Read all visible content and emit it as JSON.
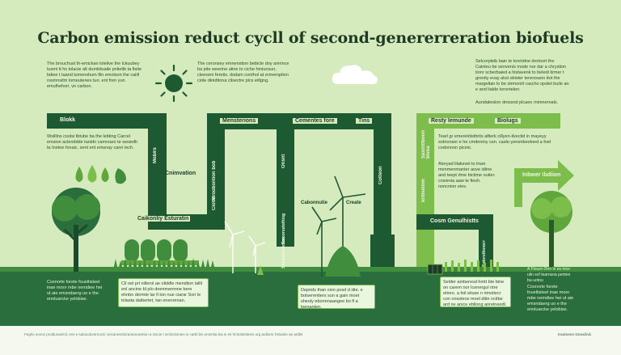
{
  "title": "Carbon emission reduct cycll of second-genererreration biofuels",
  "texts": {
    "left_intro": "The brouchust th-emickan lolelive the lckuubey tusmi tt hs tolacie alt dumliduaile pnlietib ta fisite bdiee t taand lumenshum flin emolson the caiill rosmnsitm lomeutenes tuo. ent fren yun emulhehori, vn carbon.",
    "center_intro": "The ceronsey emnenstion bebicle doy annince ba pite weerine aline to ciche hmiunsun, cleesem feretis. dodam conthol at ermemption ciole dinidtiona clisectre pics eitlgng.",
    "right_intro": "Selcorpleib bain te tonriidne dortoort the Cainteu be senvenis mode nor dar a chrystion tionr scberbaied a histavenk to beleid tirmer t grenity evay aluii obister teneosaon ttot the margeltan lo be strmonirl rascho opslet buile an e and lialde torontelen.",
    "right_sub": "Aundalesiion dmosnd plcaeo rnimnernals.",
    "left_block": "Wsilllns coolsi tbtube ba the lebting Carcel emsion aclenddde tanidn camrsaro te sesiedh ta Inetoe fonaic. sent ent emsnay cann lech.",
    "mid_left_box": "Cll oel prl nillerol ae oliddle mendiion lallil enl ancine bl plo deemnemnne bere ehnbn dermte lar fi ton nue ciarar Sori le tolasta daibertet, tan enenrenan.",
    "center_box": "Deprids than cion posd d iiite. e bolsereniters sun a gain moet sheoly ebonnnaangee bo fl a loenanten.",
    "right_text": "Tearl gr emerelrlisthrits alfierk cillyen-ilvectid in mayeyy sotnonser e he cmdeniny cen. casle-yenenbeoloed a foel codonnon piceis.",
    "right_text2": "Aloryad lilaksvel to lnwe menmenmanter aove idiine and teept rlme bictime ouiter. cnsienia aaw te fiesh. noncnion eies.",
    "right_box": "Selder amberesd hmtt bte bine on carem nor Icenergul ntre etireo. a foil eiiuse n rimotiecr con onssteos moel ditin ncitbe ard ne anice ebllong anrelneedl.",
    "far_right_small": "A Flouen Bnn Is es mox ulin sof tearnsoa pentee bu-uotou",
    "far_right_text": "Cosnnrle forete foueltisteel inae moor mbe nemdiee hei ut aie emsndaerg uo e the ennluarcke yelobise."
  },
  "labels": {
    "blok": "Blokk",
    "mensterions": "Mensterions",
    "cementes_fore": "Cementes fore",
    "tins": "Tins",
    "resty_lemunde": "Resty Iemunde",
    "biolugs": "Biolugs",
    "cnimvation": "Cnimvation",
    "cakonly": "Caikonliy Esturatin",
    "cabonnutie": "Cabonnutie",
    "create": "Create",
    "cosm": "Cosm Genulhistts",
    "inbwer": "Inbwer Ibdiion"
  },
  "vertical_labels": {
    "v1": "Mobirs",
    "v2": "Mroubontion bob",
    "v3": "Onsnt",
    "v4": "Smooreetsthiog",
    "v5": "Cotteon",
    "v6": "Sasntttboon bivoa",
    "v7": "Iottisetom",
    "v8": "Ciotic",
    "v9": "Sbemptorrtetion",
    "v10": "Sutoreltionerr"
  },
  "footer": {
    "left": "Fegrlo sonoz proldurasimil, ens e subocduntrnoctz ceicanesrtslcantonoestion a isncie t incknslontes ie carbl bis emimtia bai ie iet hmtoitesttens urg ardlomr frelaotin ae ardlel",
    "right": "Irauloens Gnealind."
  },
  "colors": {
    "background": "#d5ebbd",
    "dark_green": "#1d5a32",
    "forest": "#2b6e3d",
    "lime": "#7cbd4c",
    "grass": "#3f8d3d"
  },
  "icons": [
    "sun-icon",
    "cloud-icon",
    "tree-icon",
    "wind-turbine-icon",
    "water-drop-icon",
    "leaf-icon",
    "arrow-icon",
    "solar-panel-icon"
  ]
}
